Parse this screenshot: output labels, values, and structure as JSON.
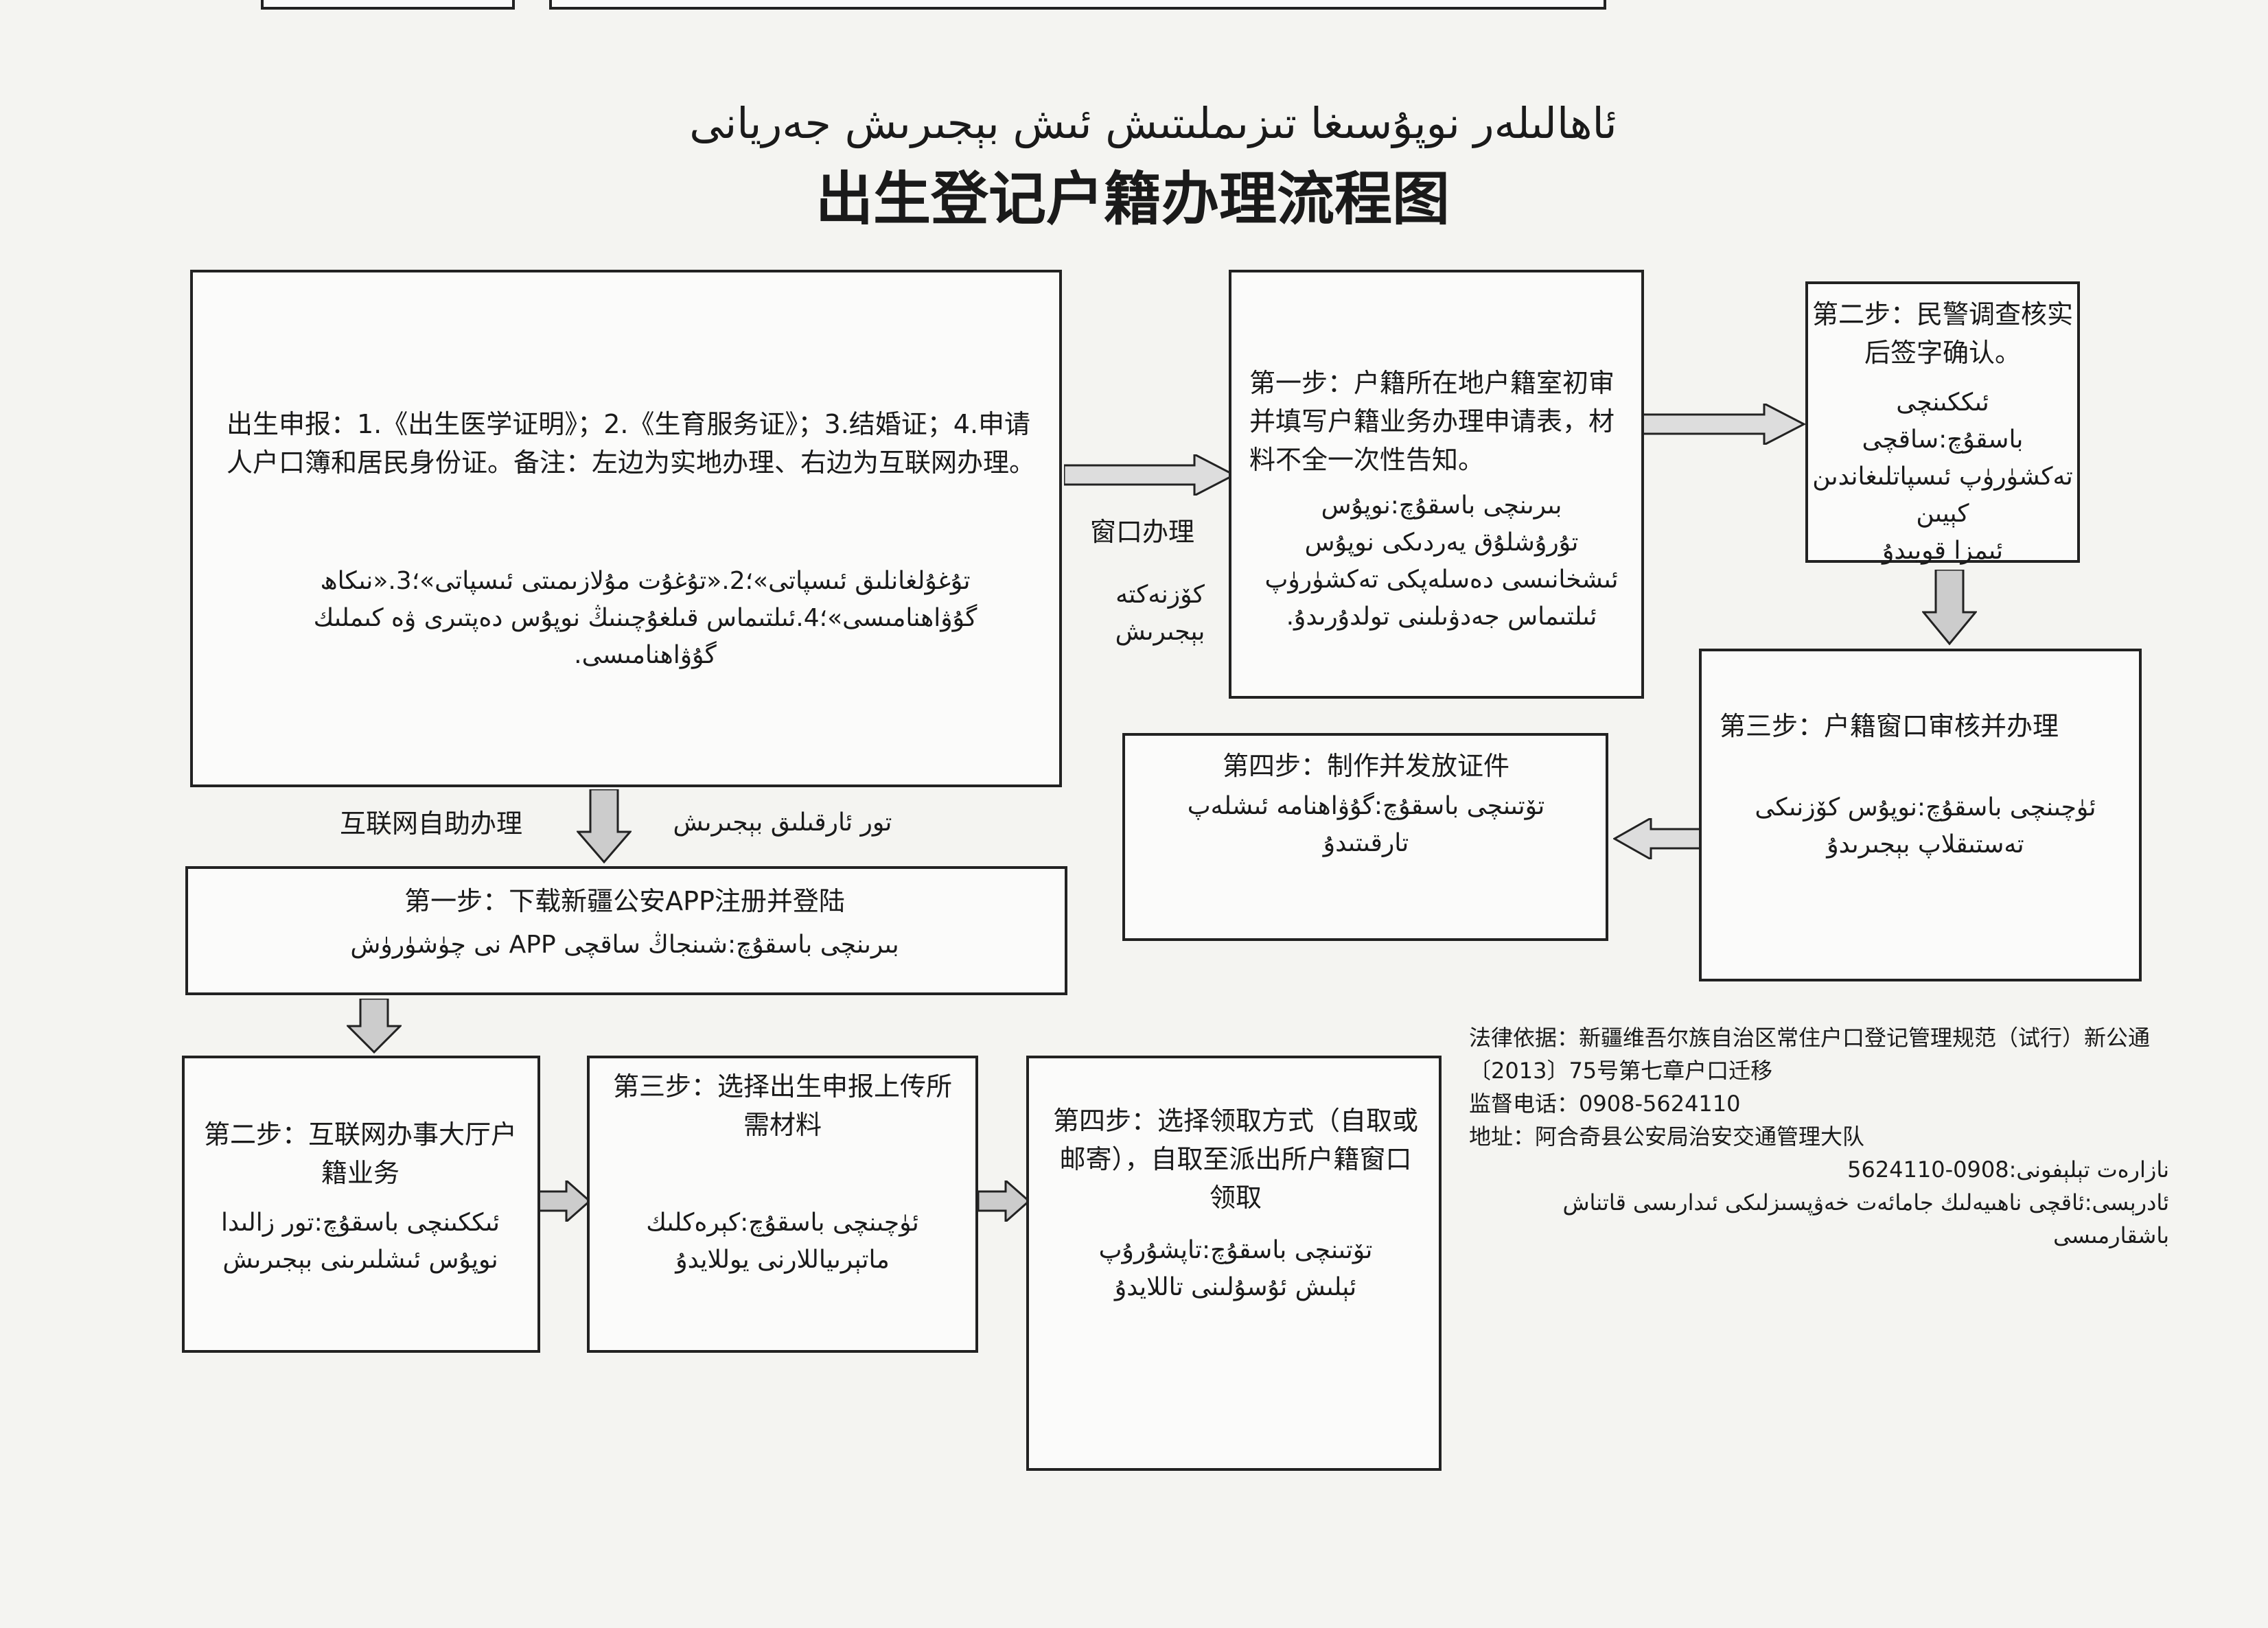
{
  "title": {
    "uyghur": "ئاھالىلەر نوپۇسىغا تىزىملىتىش ئىش بېجىرىش جەريانى",
    "chinese": "出生登记户籍办理流程图"
  },
  "declaration": {
    "chinese": "出生申报：1.《出生医学证明》；2.《生育服务证》；3.结婚证；4.申请人户口簿和居民身份证。备注：左边为实地办理、右边为互联网办理。",
    "uyghur": "تۇغۇلغانلىق ئىسپاتى»؛2.«تۇغۇت مۇلازىمىتى ئىسپاتى»؛3.«نىكاھ گۇۋاھنامىسى»؛4.ئىلتىماس قىلغۇچىنىڭ نوپۇس دەپتىرى ۋە كىملىك گۇۋاھنامىسى."
  },
  "window": {
    "label_cn": "窗口办理",
    "label_ug": "كۆزنەكتە\nبېجىرىش",
    "step1": {
      "chinese": "第一步：户籍所在地户籍室初审并填写户籍业务办理申请表，材料不全一次性告知。",
      "uyghur": "بىرىنچى باسقۇچ:نوپۇس\nتۇرۇشلۇق يەردىكى نوپۇس\nئىشخانىسى دەسلەپكى تەكشۈرۈپ\nئىلتىماس جەدۋىلىنى تولدۇرىدۇ."
    },
    "step2": {
      "chinese": "第二步：民警调查核实后签字确认。",
      "uyghur": "ئىككىنچى باسقۇچ:ساقچى\nتەكشۈرۈپ ئىسپاتلىغاندىن كېيىن\nئىمزا قويىدۇ"
    },
    "step3": {
      "chinese": "第三步：户籍窗口审核并办理",
      "uyghur": "ئۈچىنچى باسقۇچ:نوپۇس كۆزنىكى\nتەستىقلاپ بېجىرىدۇ"
    },
    "step4": {
      "chinese": "第四步：制作并发放证件",
      "uyghur": "تۆتىنچى باسقۇچ:گۇۋاھنامە ئىشلەپ\nتارقىتىدۇ"
    }
  },
  "online": {
    "label_cn": "互联网自助办理",
    "label_ug": "تور ئارقىلىق بېجىرىش",
    "step1": {
      "chinese": "第一步：下载新疆公安APP注册并登陆",
      "uyghur": "بىرىنچى باسقۇچ:شىنجاڭ ساقچى APP نى چۈشۈرۈش"
    },
    "step2": {
      "chinese": "第二步：互联网办事大厅户籍业务",
      "uyghur": "ئىككىنچى باسقۇچ:تور زالىدا\nنوپۇس ئىشلىرىنى بېجىرىش"
    },
    "step3": {
      "chinese": "第三步：选择出生申报上传所需材料",
      "uyghur": "ئۈچىنچى باسقۇچ:كېرەكلىك\nماتېرىياللارنى يوللايدۇ"
    },
    "step4": {
      "chinese": "第四步：选择领取方式（自取或邮寄），自取至派出所户籍窗口领取",
      "uyghur": "تۆتىنچى باسقۇچ:تاپشۇرۇپ\nئېلىش ئۇسۇلىنى تاللايدۇ"
    }
  },
  "legal": {
    "chinese": "法律依据：新疆维吾尔族自治区常住户口登记管理规范（试行）新公通〔2013〕75号第七章户口迁移\n监督电话：0908-5624110\n地址：阿合奇县公安局治安交通管理大队",
    "uyghur": "نازارەت تېلېفونى:0908-5624110\nئادرېسى:ئاقچى ناھىيەلىك جامائەت خەۋپسىزلىكى ئىدارىسى قاتناش باشقارمىسى"
  }
}
